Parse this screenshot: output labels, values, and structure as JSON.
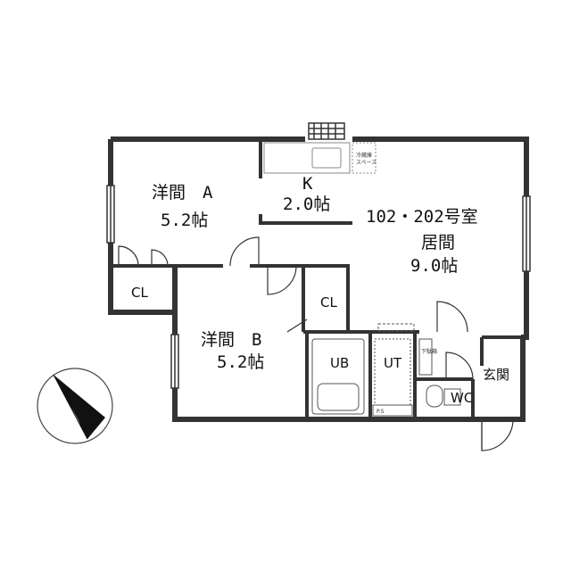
{
  "unit": {
    "number": "102・202号室",
    "living": {
      "name": "居間",
      "size": "9.0帖"
    }
  },
  "rooms": {
    "western_a": {
      "name": "洋間　A",
      "size": "5.2帖"
    },
    "western_b": {
      "name": "洋間　B",
      "size": "5.2帖"
    },
    "kitchen": {
      "name": "K",
      "size": "2.0帖"
    },
    "closet_a": "CL",
    "closet_b": "CL",
    "bath": "UB",
    "utility": "UT",
    "toilet": "WC",
    "entrance": "玄関"
  },
  "fixtures": {
    "fridge_space": "冷蔵庫",
    "fridge_space_2": "スペース",
    "shoe_box": "下駄箱",
    "pipe_space": "P.S"
  },
  "icons": {
    "compass": "north-arrow-icon"
  },
  "colors": {
    "wall": "#333333",
    "line": "#111111"
  }
}
